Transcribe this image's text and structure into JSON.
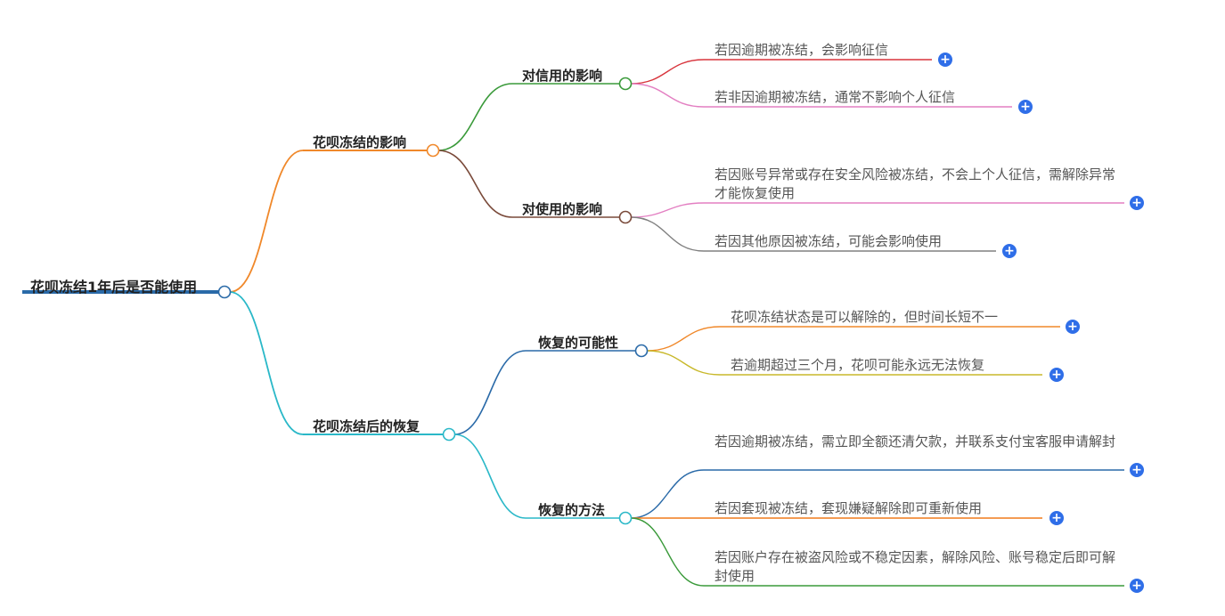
{
  "root": {
    "label": "花呗冻结1年后是否能使用",
    "color": "#2a6aa8"
  },
  "branches": [
    {
      "label": "花呗冻结的影响",
      "color": "#f0882a",
      "children": [
        {
          "label": "对信用的影响",
          "color": "#3a9a3a",
          "leaves": [
            {
              "text": "若因逾期被冻结，会影响征信",
              "color": "#d8343c"
            },
            {
              "text": "若非因逾期被冻结，通常不影响个人征信",
              "color": "#e37fc2"
            }
          ]
        },
        {
          "label": "对使用的影响",
          "color": "#7a4a3a",
          "leaves": [
            {
              "text": "若因账号异常或存在安全风险被冻结，不会上个人征信，需解除异常才能恢复使用",
              "color": "#e37fc2"
            },
            {
              "text": "若因其他原因被冻结，可能会影响使用",
              "color": "#808080"
            }
          ]
        }
      ]
    },
    {
      "label": "花呗冻结后的恢复",
      "color": "#2ab8c8",
      "children": [
        {
          "label": "恢复的可能性",
          "color": "#2a6aa8",
          "leaves": [
            {
              "text": "花呗冻结状态是可以解除的，但时间长短不一",
              "color": "#f0882a"
            },
            {
              "text": "若逾期超过三个月，花呗可能永远无法恢复",
              "color": "#c8b82a"
            }
          ]
        },
        {
          "label": "恢复的方法",
          "color": "#2ab8c8",
          "leaves": [
            {
              "text": "若因逾期被冻结，需立即全额还清欠款，并联系支付宝客服申请解封",
              "color": "#2a6aa8"
            },
            {
              "text": "若因套现被冻结，套现嫌疑解除即可重新使用",
              "color": "#f07a1a"
            },
            {
              "text": "若因账户存在被盗风险或不稳定因素，解除风险、账号稳定后即可解封使用",
              "color": "#3a9a3a"
            }
          ]
        }
      ]
    }
  ],
  "expand_symbol": "+"
}
